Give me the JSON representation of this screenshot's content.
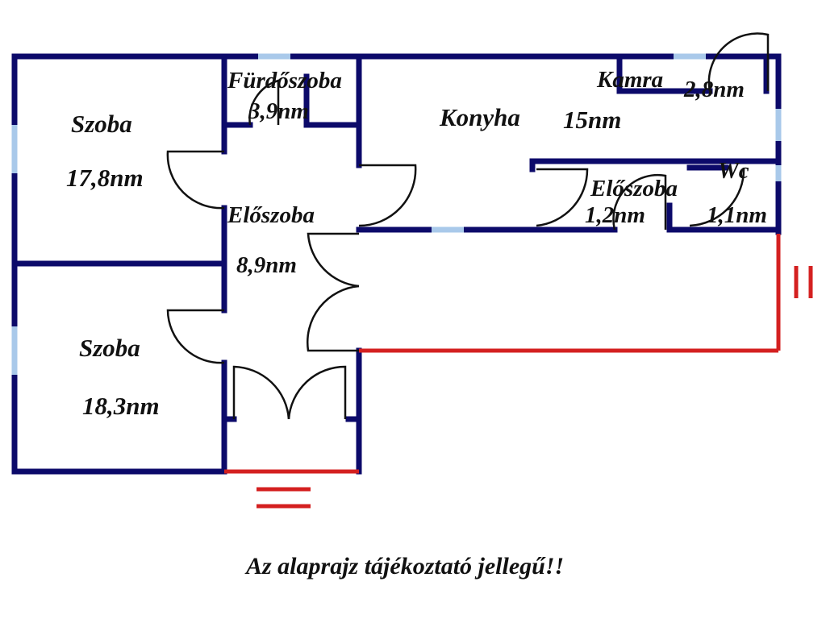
{
  "colors": {
    "wall": "#0c0a6a",
    "window": "#a9c9ea",
    "new_wall": "#d42020",
    "door": "#111111"
  },
  "rooms": [
    {
      "name": "Szoba",
      "area": "17,8nm"
    },
    {
      "name": "Szoba",
      "area": "18,3nm"
    },
    {
      "name": "Fürdőszoba",
      "area": "3,9nm"
    },
    {
      "name": "Előszoba",
      "area": "8,9nm"
    },
    {
      "name": "Konyha",
      "area": "15nm"
    },
    {
      "name": "Kamra",
      "area": "2,8nm"
    },
    {
      "name": "Előszoba",
      "area": "1,2nm"
    },
    {
      "name": "Wc",
      "area": "1,1nm"
    }
  ],
  "note": "Az alaprajz tájékoztató jellegű!!"
}
